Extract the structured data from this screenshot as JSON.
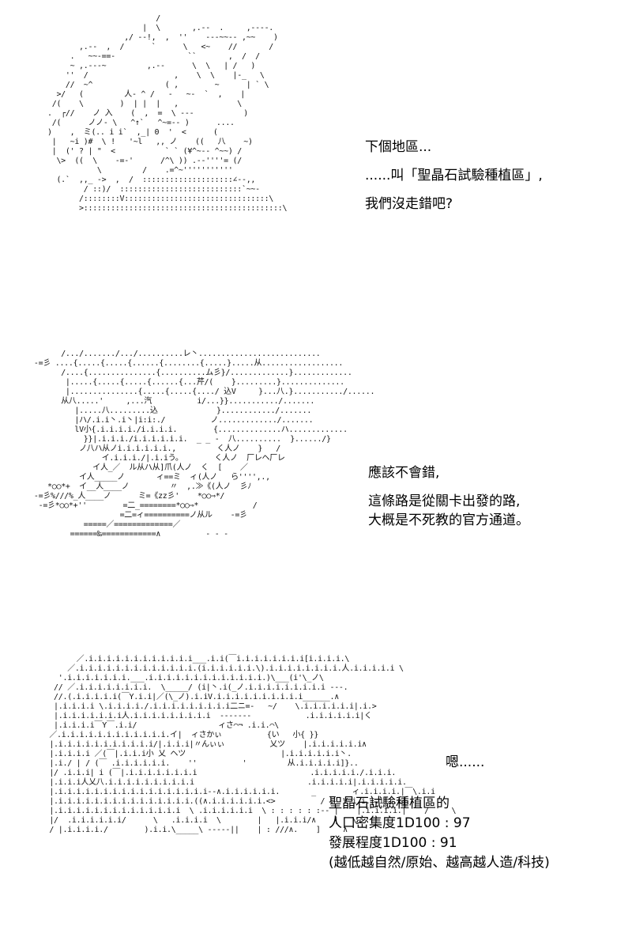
{
  "panel_1": {
    "line_1": "下個地區...",
    "line_2": "......叫「聖晶石試驗種植區」,",
    "line_3": "我們沒走錯吧?"
  },
  "panel_2": {
    "line_1": "應該不會錯,",
    "line_2": "這條路是從關卡出發的路,",
    "line_3": "大概是不死教的官方通道。"
  },
  "panel_3": {
    "heading": "嗯......",
    "line_1": "聖晶石試驗種植區的",
    "line_2": "人口密集度1D100 : 97",
    "line_3": "發展程度1D100 : 91",
    "line_4": "(越低越自然/原始、越高越人造/科技)"
  }
}
